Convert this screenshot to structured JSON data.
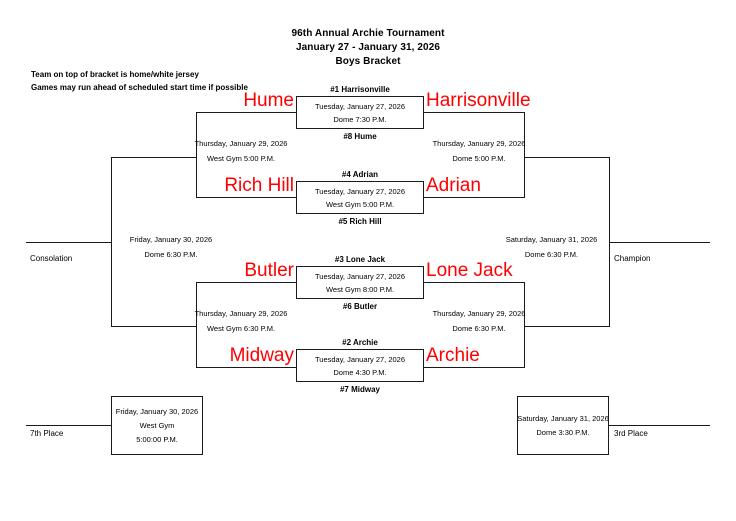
{
  "header": {
    "title": "96th Annual Archie Tournament",
    "dates": "January 27 - January 31, 2026",
    "subtitle": "Boys Bracket"
  },
  "notes": {
    "line1": "Team on top of bracket is home/white jersey",
    "line2": "Games may run ahead of scheduled start time if possible"
  },
  "round1": {
    "game1": {
      "top_seed": "#1 Harrisonville",
      "bottom_seed": "#8 Hume",
      "date": "Tuesday, January 27, 2026",
      "location": "Dome 7:30 P.M."
    },
    "game2": {
      "top_seed": "#4 Adrian",
      "bottom_seed": "#5 Rich Hill",
      "date": "Tuesday, January 27, 2026",
      "location": "West Gym 5:00 P.M."
    },
    "game3": {
      "top_seed": "#3 Lone Jack",
      "bottom_seed": "#6 Butler",
      "date": "Tuesday, January 27, 2026",
      "location": "West Gym 8:00 P.M."
    },
    "game4": {
      "top_seed": "#2 Archie",
      "bottom_seed": "#7 Midway",
      "date": "Tuesday, January 27, 2026",
      "location": "Dome 4:30 P.M."
    }
  },
  "losers_bracket": {
    "upper_left": {
      "top_team": "Hume",
      "bottom_team": "Rich Hill",
      "date": "Thursday, January 29, 2026",
      "location": "West Gym 5:00 P.M."
    },
    "lower_left": {
      "top_team": "Butler",
      "bottom_team": "Midway",
      "date": "Thursday, January 29, 2026",
      "location": "West Gym 6:30 P.M."
    },
    "final": {
      "date": "Friday, January 30, 2026",
      "location": "Dome 6:30 P.M.",
      "outcome_label": "Consolation"
    }
  },
  "winners_bracket": {
    "upper_right": {
      "top_team": "Harrisonville",
      "bottom_team": "Adrian",
      "date": "Thursday, January 29, 2026",
      "location": "Dome 5:00 P.M."
    },
    "lower_right": {
      "top_team": "Lone Jack",
      "bottom_team": "Archie",
      "date": "Thursday, January 29, 2026",
      "location": "Dome 6:30 P.M."
    },
    "final": {
      "date": "Saturday, January 31, 2026",
      "location": "Dome 6:30 P.M.",
      "outcome_label": "Champion"
    }
  },
  "seventh_place": {
    "label": "7th Place",
    "date": "Friday, January 30, 2026",
    "venue": "West Gym",
    "time": "5:00:00 P.M."
  },
  "third_place": {
    "label": "3rd Place",
    "date": "Saturday, January 31, 2026",
    "location": "Dome 3:30 P.M."
  },
  "colors": {
    "team_name": "#ff0000",
    "line": "#1a1a1a",
    "text": "#000000"
  }
}
